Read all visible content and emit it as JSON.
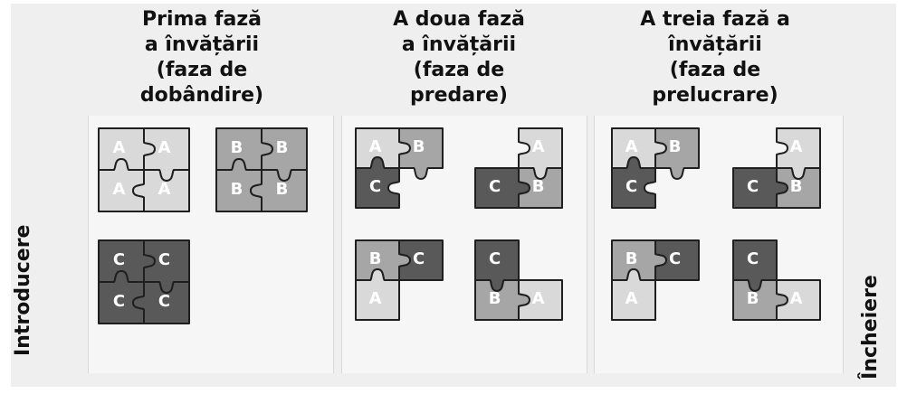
{
  "headings": [
    {
      "lines": [
        "Prima fază",
        "a învățării",
        "(faza de",
        "dobândire)"
      ]
    },
    {
      "lines": [
        "A doua fază",
        "a învățării",
        "(faza de",
        "predare)"
      ]
    },
    {
      "lines": [
        "A treia fază a",
        "învățării",
        "(faza de",
        "prelucrare)"
      ]
    }
  ],
  "side_labels": {
    "left": "Introducere",
    "right": "Încheiere"
  },
  "puzzle_colors": {
    "A": "#d9d9d9",
    "B": "#a6a6a6",
    "C": "#595959",
    "outline": "#1f1f1f"
  },
  "panels": [
    {
      "clusters": [
        [
          "A",
          "A",
          "A",
          "A"
        ],
        [
          "B",
          "B",
          "B",
          "B"
        ],
        [
          "C",
          "C",
          "C",
          "C"
        ]
      ]
    },
    {
      "clusters": [
        [
          "A",
          "B",
          "C"
        ],
        [
          "A",
          "C",
          "B"
        ],
        [
          "B",
          "C",
          "A"
        ],
        [
          "C",
          "B",
          "A"
        ]
      ]
    },
    {
      "clusters": [
        [
          "A",
          "B",
          "C"
        ],
        [
          "A",
          "C",
          "B"
        ],
        [
          "B",
          "C",
          "A"
        ],
        [
          "C",
          "B",
          "A"
        ]
      ]
    }
  ]
}
